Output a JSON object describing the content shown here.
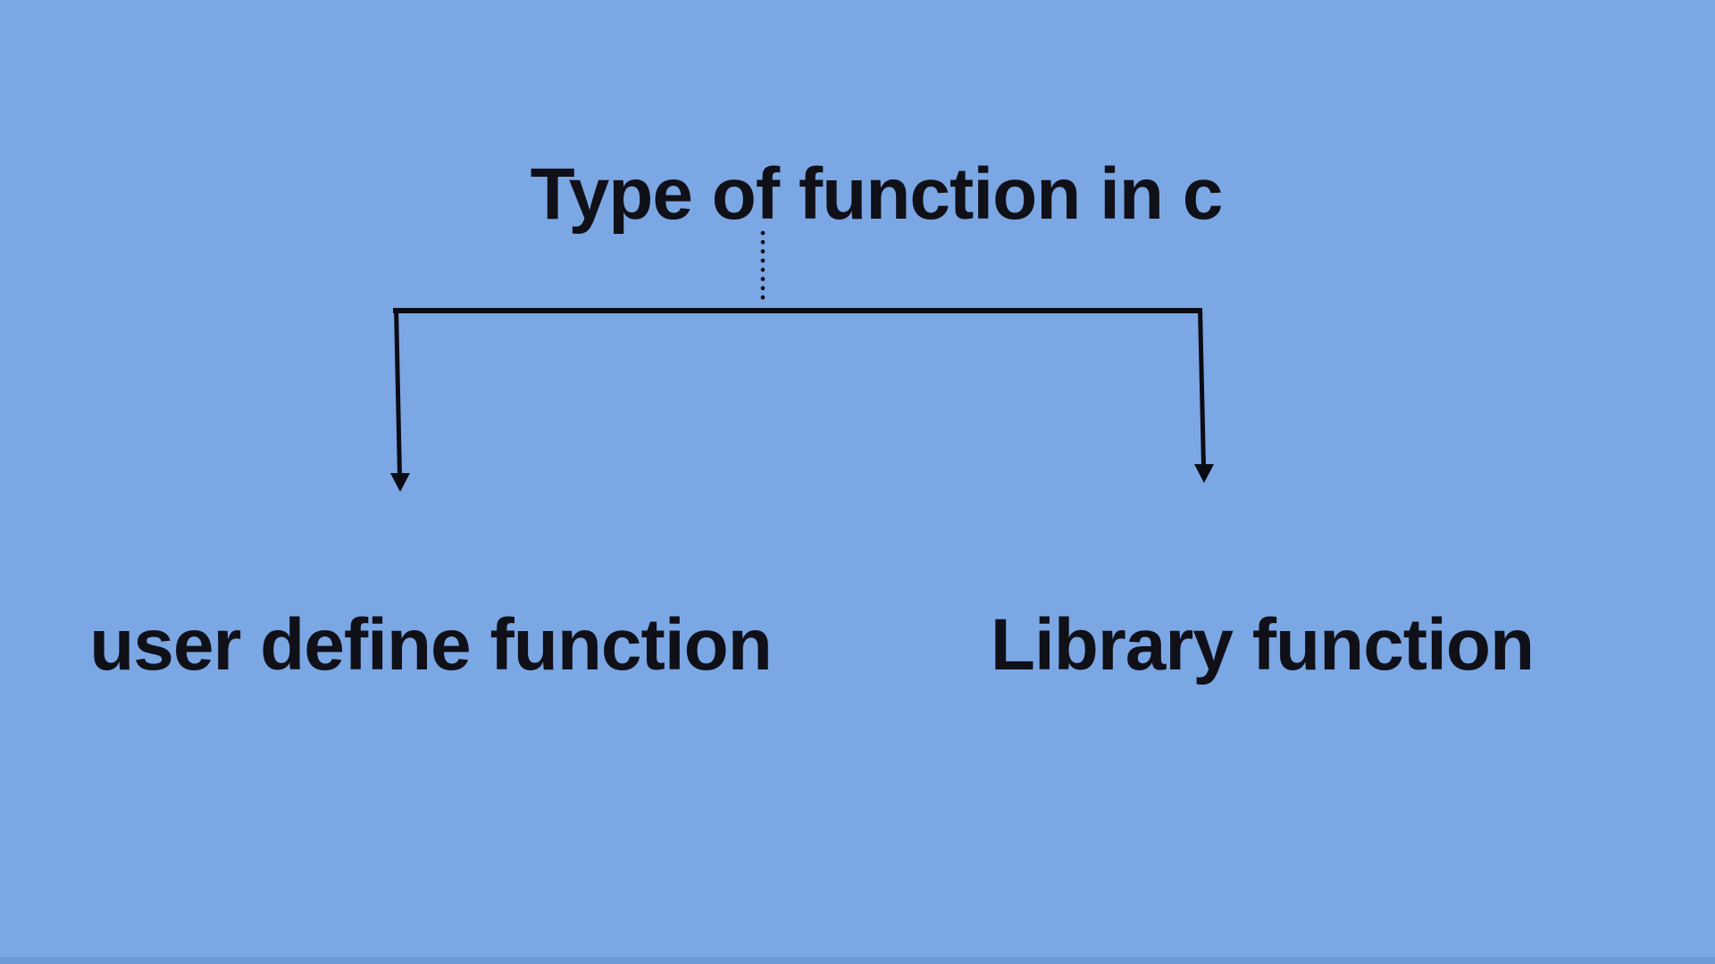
{
  "colors": {
    "background": "#7BA7E4",
    "line": "#0B0B14",
    "text": "#101018",
    "bottom_strip": "#6D9BD9"
  },
  "diagram": {
    "root": {
      "label": "Type of function in c"
    },
    "children": [
      {
        "label": "user define function"
      },
      {
        "label": "Library function"
      }
    ]
  }
}
